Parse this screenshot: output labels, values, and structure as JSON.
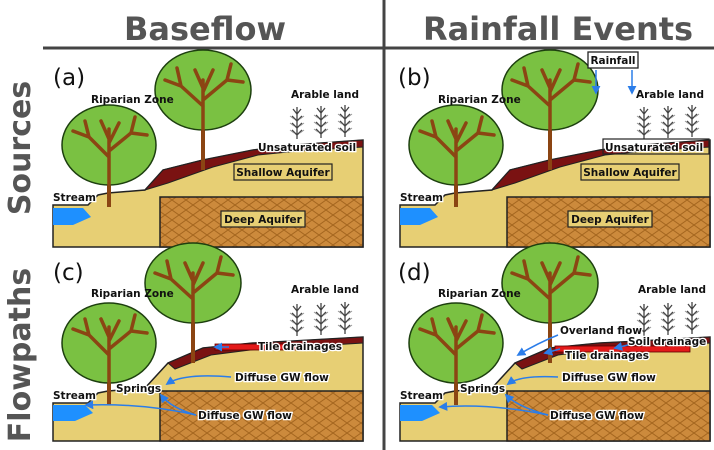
{
  "headers": {
    "left": "Baseflow",
    "right": "Rainfall Events"
  },
  "rows": {
    "top": "Sources",
    "bottom": "Flowpaths"
  },
  "colors": {
    "soil": "#e7cf74",
    "deep_aquifer": "#cc8a3c",
    "unsaturated_soil": "#7a1212",
    "water": "#1e90ff",
    "tree_canopy": "#7ac142",
    "tree_trunk": "#8b4513",
    "arrow": "#2b7de9",
    "drainage": "#e31919"
  },
  "panels": {
    "a": {
      "label": "(a)",
      "riparian": "Riparian Zone",
      "arable": "Arable land",
      "stream": "Stream",
      "unsat": "Unsaturated soil",
      "shallow": "Shallow Aquifer",
      "deep": "Deep Aquifer"
    },
    "b": {
      "label": "(b)",
      "riparian": "Riparian Zone",
      "arable": "Arable land",
      "stream": "Stream",
      "unsat": "Unsaturated soil",
      "shallow": "Shallow Aquifer",
      "deep": "Deep Aquifer",
      "rainfall": "Rainfall"
    },
    "c": {
      "label": "(c)",
      "riparian": "Riparian Zone",
      "arable": "Arable land",
      "stream": "Stream",
      "springs": "Springs",
      "tile": "Tile drainages",
      "diffuse1": "Diffuse GW flow",
      "diffuse2": "Diffuse GW flow"
    },
    "d": {
      "label": "(d)",
      "riparian": "Riparian Zone",
      "arable": "Arable land",
      "stream": "Stream",
      "springs": "Springs",
      "overland": "Overland flow",
      "soil_drainage": "Soil drainage",
      "tile": "Tile drainages",
      "diffuse1": "Diffuse GW flow",
      "diffuse2": "Diffuse GW flow"
    }
  }
}
